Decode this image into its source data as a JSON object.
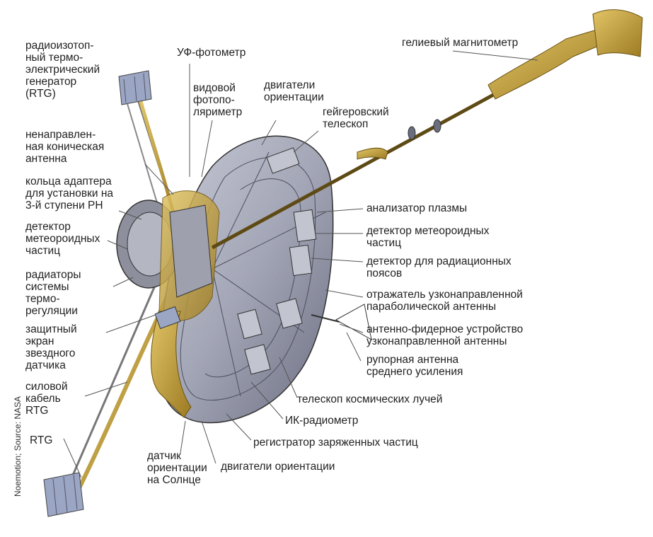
{
  "credit": "Noemotion; Source: NASA",
  "labels": {
    "rtg_top": "радиоизотоп-\nный термо-\nэлектрический\nгенератор\n(RTG)",
    "uv": "УФ-фотометр",
    "imaging": "видовой\nфотопо-\nляриметр",
    "thrusters_top": "двигатели\nориентации",
    "helium_mag": "гелиевый магнитометр",
    "geiger": "гейгеровский\nтелескоп",
    "omni": "ненаправлен-\nная коническая\nантенна",
    "adapter": "кольца адаптера\nдля установки на\n3-й ступени РН",
    "meteoroid_left": "детектор\nметеороидных\nчастиц",
    "radiators": "радиаторы\nсистемы\nтермо-\nрегуляции",
    "star_shield": "защитный\nэкран\nзвездного\nдатчика",
    "power_cable": "силовой\nкабель\nRTG",
    "rtg_bottom": "RTG",
    "sun_sensor": "датчик\nориентации\nна Солнце",
    "thrusters_bottom": "двигатели ориентации",
    "charged": "регистратор заряженных частиц",
    "ir": "ИК-радиометр",
    "cosmic": "телескоп космических лучей",
    "horn": "рупорная антенна\nсреднего усиления",
    "feed": "антенно-фидерное устройство\nузконаправленной антенны",
    "reflector": "отражатель узконаправленной\nпараболической антенны",
    "radiation": "детектор для радиационных\nпоясов",
    "meteoroid_right": "детектор метеороидных\nчастиц",
    "plasma": "анализатор плазмы"
  },
  "colors": {
    "dish": "#a9abb9",
    "dish_dark": "#6f7284",
    "gold": "#c9a43c",
    "rtg": "#9aa6c4",
    "leader": "#555555"
  }
}
